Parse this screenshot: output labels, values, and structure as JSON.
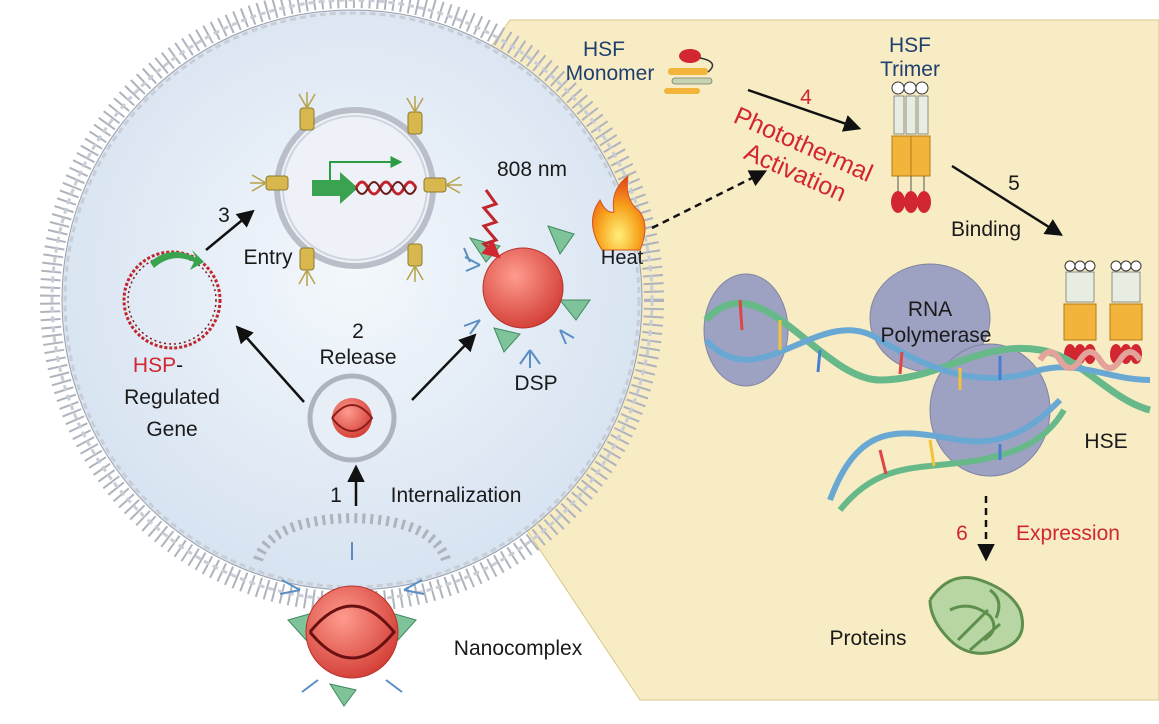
{
  "colors": {
    "accent_red": "#d22630",
    "label_navy": "#1f3f6e",
    "text_dark": "#1a1a1a",
    "panel_cream": "#f7ecc4",
    "cell_interior": "#e3ecf6",
    "membrane_bead": "#c9cdd6",
    "nanoparticle": "#e8574f",
    "ligand_blue": "#5a8fc4",
    "ligand_green": "#6fb08a",
    "polymerase": "#9a9fc2",
    "hsf_yellow": "#f2b43a",
    "protein_green": "#9bc38a"
  },
  "icons": {
    "heat": "flame-icon",
    "laser": "zigzag-light-icon",
    "plasmid": "plasmid-ring-icon",
    "protein": "protein-ribbon-icon"
  },
  "labels": {
    "hsf_monomer_line1": "HSF",
    "hsf_monomer_line2": "Monomer",
    "hsf_trimer_line1": "HSF",
    "hsf_trimer_line2": "Trimer",
    "step4_num": "4",
    "step4_line1": "Photothermal",
    "step4_line2": "Activation",
    "step5_num": "5",
    "step5_text": "Binding",
    "laser": "808 nm",
    "heat": "Heat",
    "dsp": "DSP",
    "step3_num": "3",
    "entry": "Entry",
    "step2_num": "2",
    "release": "Release",
    "hsp_prefix": "HSP",
    "hsp_dash": "-",
    "regulated": "Regulated",
    "gene": "Gene",
    "step1_num": "1",
    "internalization": "Internalization",
    "nanocomplex": "Nanocomplex",
    "rna_line1": "RNA",
    "rna_line2": "Polymerase",
    "hse": "HSE",
    "step6_num": "6",
    "expression": "Expression",
    "proteins": "Proteins"
  }
}
